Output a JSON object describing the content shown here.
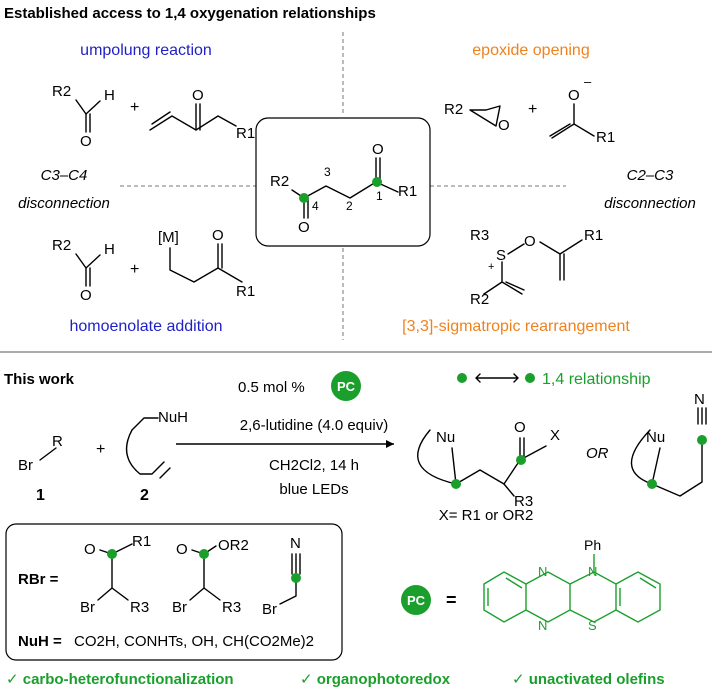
{
  "title": "Established access to 1,4 oxygenation relationships",
  "routes": {
    "umpolung": "umpolung reaction",
    "epoxide": "epoxide opening",
    "homoenolate": "homoenolate addition",
    "sigmatropic": "[3,3]-sigmatropic rearrangement"
  },
  "disconnections": {
    "left_bond": "C3–C4",
    "left_word": "disconnection",
    "right_bond": "C2–C3",
    "right_word": "disconnection"
  },
  "atoms": {
    "R1": "R1",
    "R2": "R2",
    "R3": "R3",
    "O": "O",
    "H": "H",
    "M": "[M]",
    "S": "S",
    "N": "N",
    "Nu": "Nu",
    "X": "X",
    "minus": "–",
    "plus": "+",
    "n1": "1",
    "n2": "2",
    "n3": "3",
    "n4": "4"
  },
  "this_work": {
    "heading": "This work",
    "legend_text": "1,4 relationship",
    "catalyst_loading": "0.5 mol %",
    "pc_badge": "PC",
    "base": "2,6-lutidine (4.0 equiv)",
    "solvent": "CH2Cl2, 14 h",
    "light": "blue LEDs",
    "sub1_label": "1",
    "sub2_label": "2",
    "br_r": "Br",
    "nuh": "NuH",
    "or_word": "OR",
    "x_def": "X= R1 or OR2"
  },
  "box": {
    "rbr_label": "RBr =",
    "nuh_label": "NuH =",
    "nuh_list": "CO2H, CONHTs, OH, CH(CO2Me)2",
    "or2": "OR2",
    "br": "Br"
  },
  "catalyst": {
    "badge": "PC",
    "equals": "=",
    "ph": "Ph"
  },
  "features": [
    "✓ carbo-heterofunctionalization",
    "✓ organophotoredox",
    "✓ unactivated olefins"
  ],
  "colors": {
    "green": "#1a9f2c",
    "blue": "#1f1fc8",
    "orange": "#f0821e"
  }
}
